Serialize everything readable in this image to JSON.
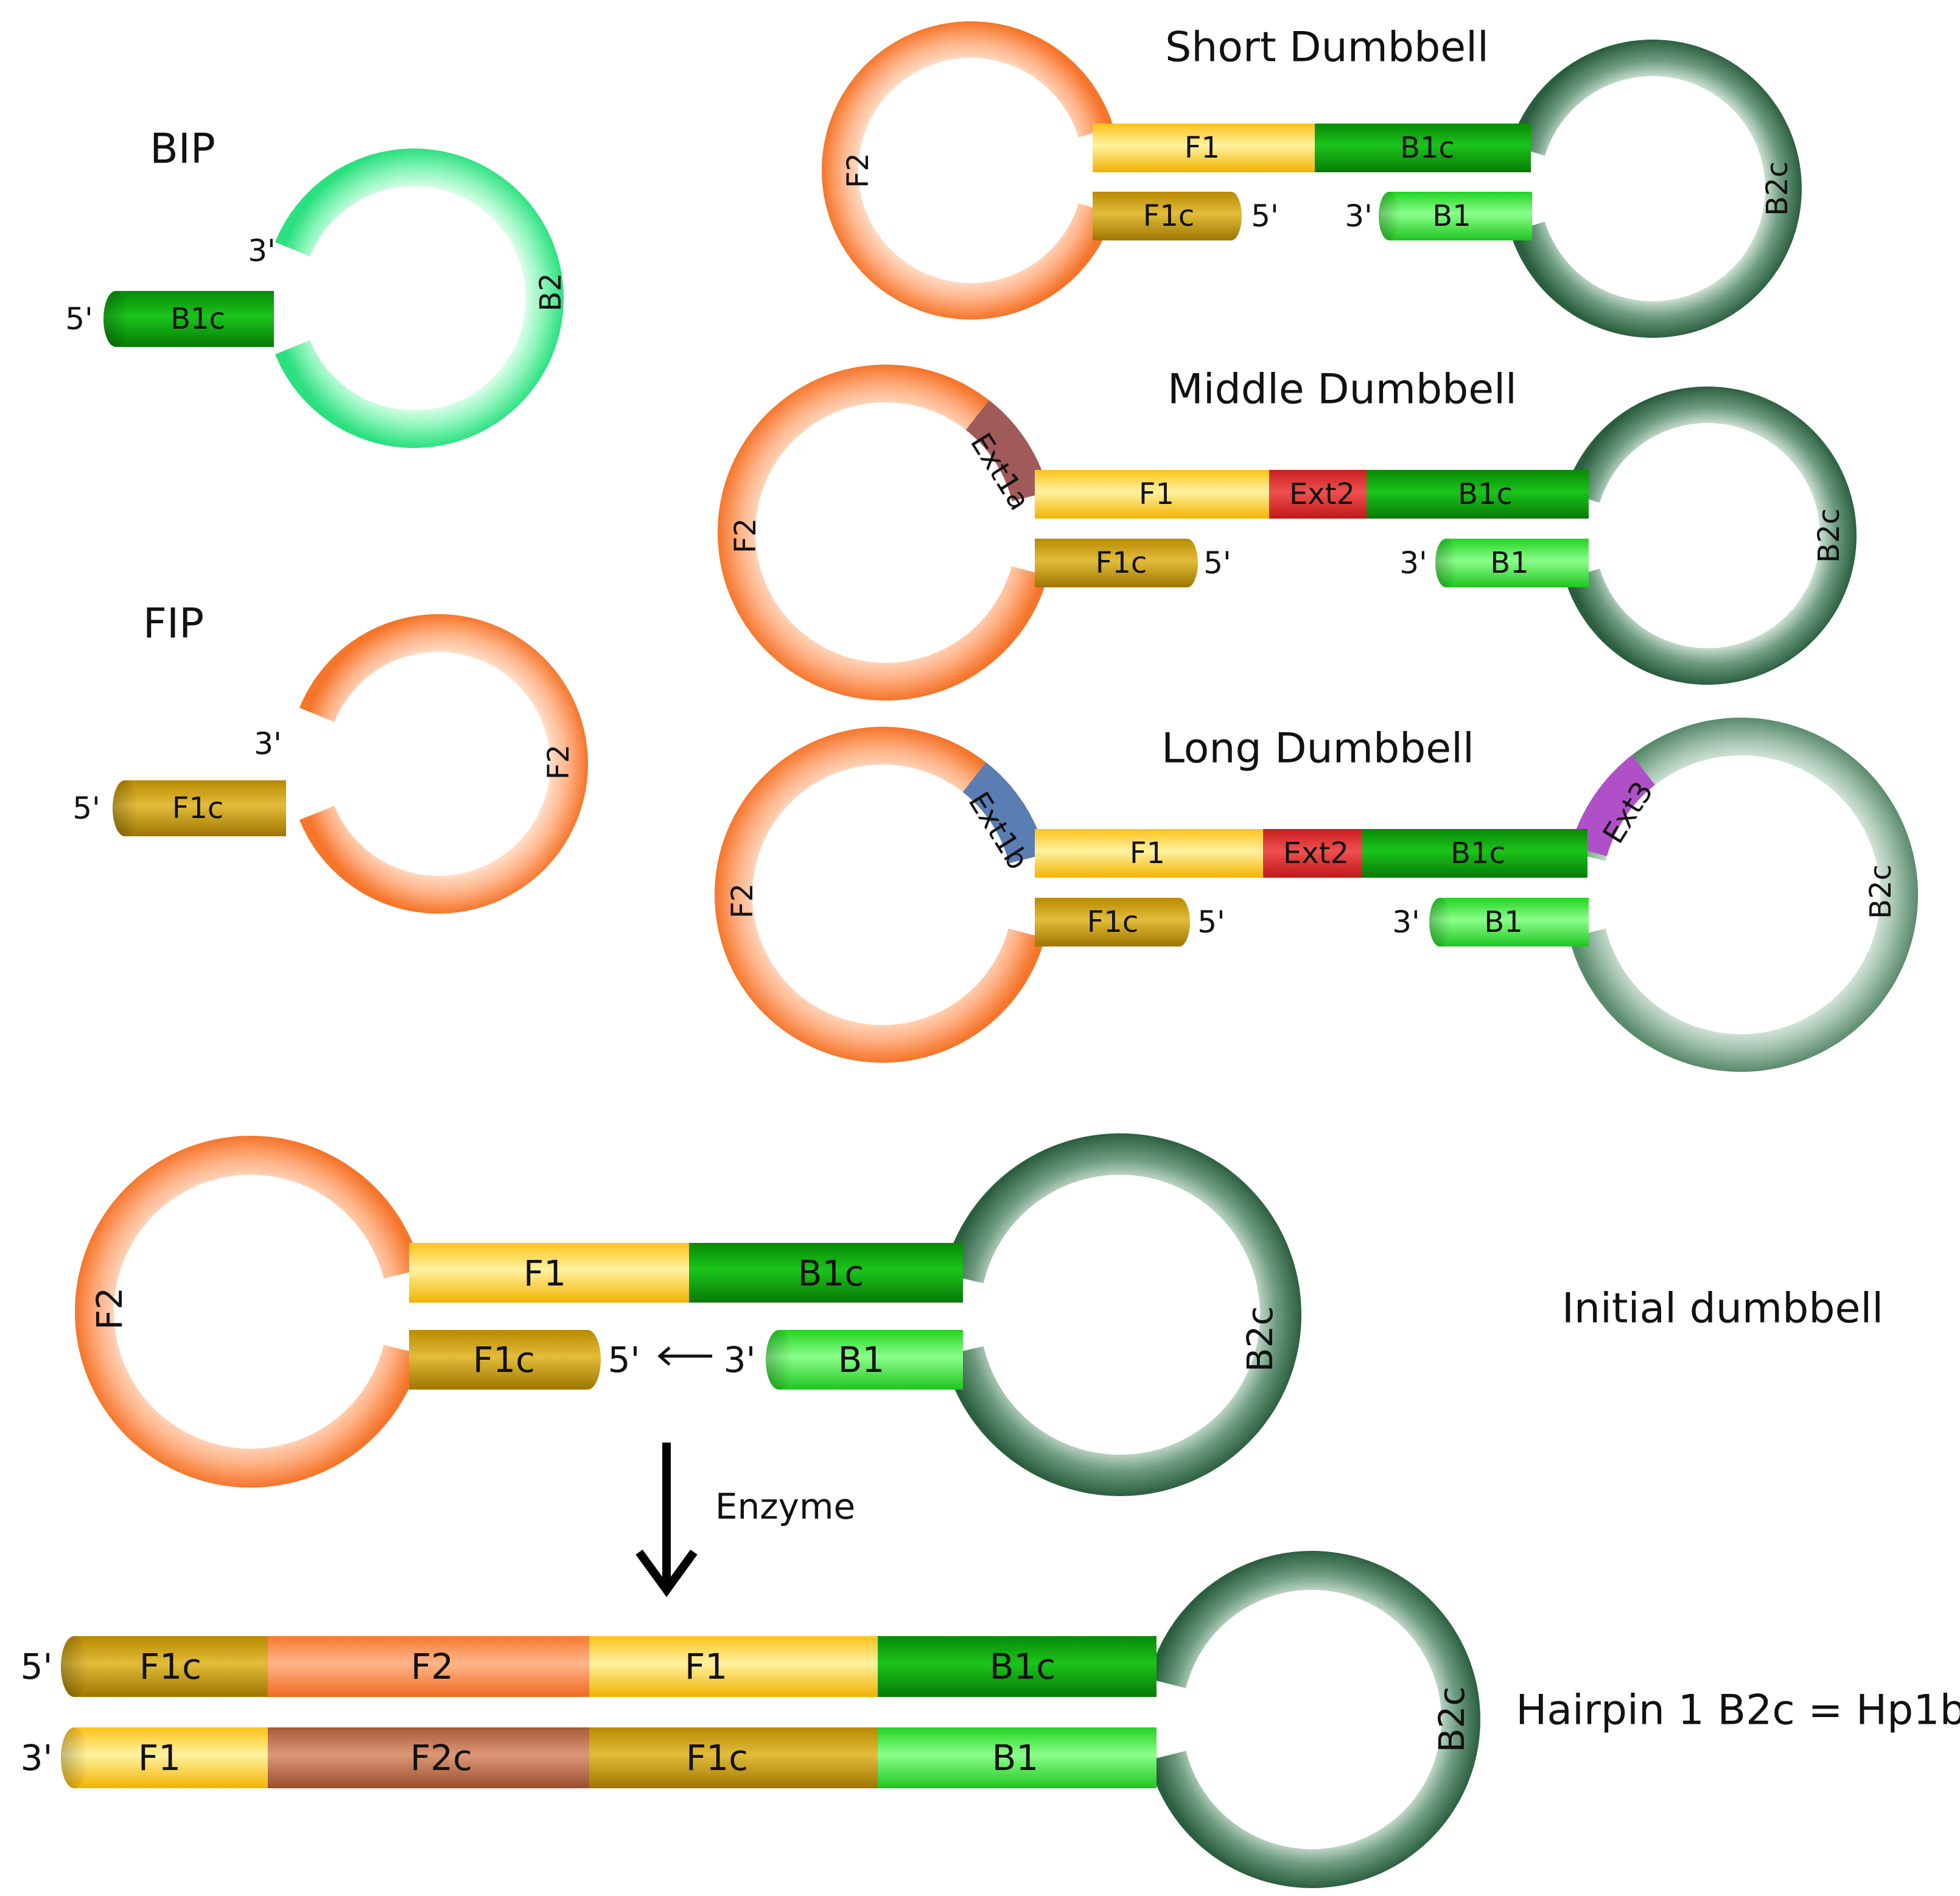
{
  "headings": {
    "bip": "BIP",
    "fip": "FIP",
    "short": "Short Dumbbell",
    "middle": "Middle Dumbbell",
    "long": "Long Dumbbell",
    "initial": "Initial dumbbell",
    "hairpin": "Hairpin 1 B2c = Hp1b",
    "enzyme": "Enzyme"
  },
  "ends": {
    "five": "5'",
    "three": "3'"
  },
  "segments": {
    "F1": "F1",
    "F1c": "F1c",
    "F2": "F2",
    "F2c": "F2c",
    "B1": "B1",
    "B1c": "B1c",
    "B2": "B2",
    "B2c": "B2c",
    "Ext1a": "Ext1a",
    "Ext1b": "Ext1b",
    "Ext2": "Ext2",
    "Ext3": "Ext3"
  },
  "colors": {
    "orange": "#FF8A3D",
    "yellow": "#FFD54A",
    "dark_green": "#0CA30C",
    "light_green": "#36E836",
    "olive": "#C89A00",
    "teal_green": "#2F6B45",
    "mint": "#3DEB8E",
    "red": "#E02A2A",
    "maroon": "#A05555",
    "blue": "#5A7DB4",
    "purple": "#B050C8",
    "brown": "#C06E48"
  }
}
